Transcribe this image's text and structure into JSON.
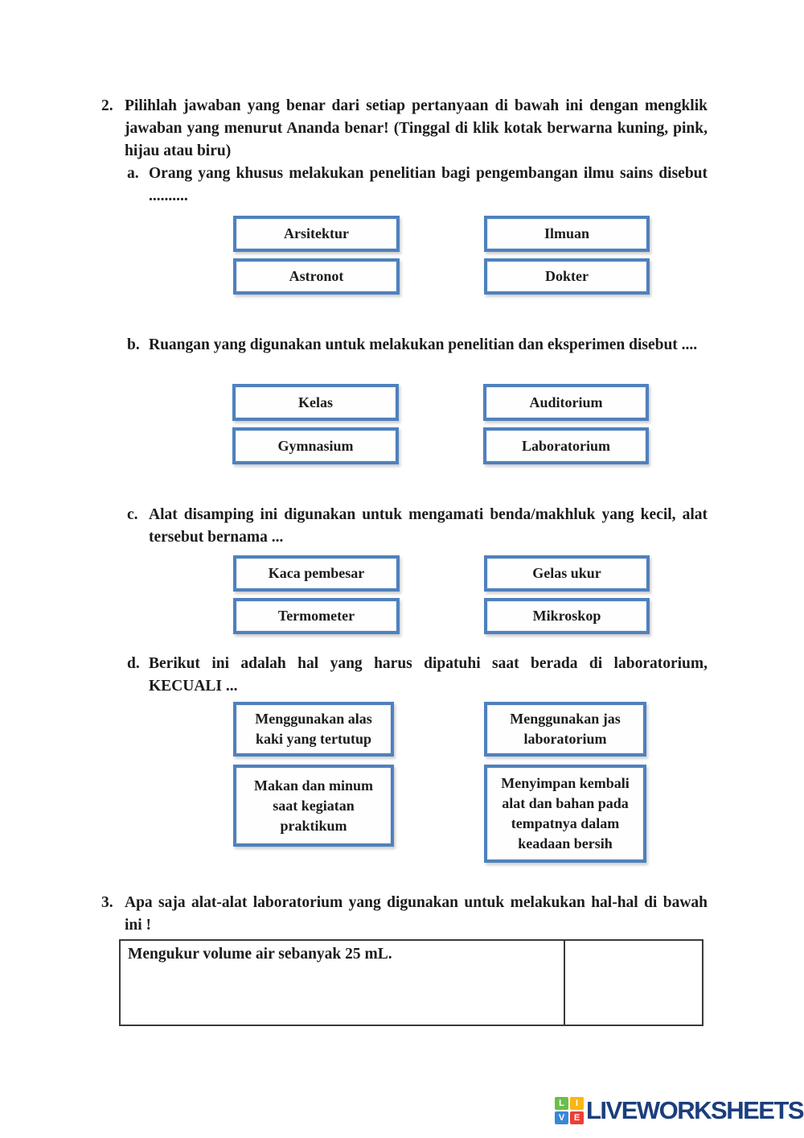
{
  "colors": {
    "box_border": "#4f81bd",
    "table_border": "#3a3a3a",
    "logo_navy": "#1c3e7e",
    "logo_green": "#6abf4b",
    "logo_yellow": "#fdb515",
    "logo_blue": "#3a87d6",
    "logo_red": "#ee3e36"
  },
  "question2": {
    "number": "2.",
    "text": "Pilihlah jawaban yang benar dari setiap pertanyaan di bawah ini dengan mengklik jawaban yang menurut Ananda benar! (Tinggal di klik kotak berwarna kuning, pink, hijau atau biru)",
    "parts": [
      {
        "letter": "a.",
        "text": "Orang yang khusus melakukan penelitian bagi pengembangan ilmu sains disebut ..........",
        "options": [
          "Arsitektur",
          "Ilmuan",
          "Astronot",
          "Dokter"
        ]
      },
      {
        "letter": "b.",
        "text": "Ruangan yang digunakan untuk melakukan penelitian dan eksperimen disebut ....",
        "options": [
          "Kelas",
          "Auditorium",
          "Gymnasium",
          "Laboratorium"
        ]
      },
      {
        "letter": "c.",
        "text": "Alat disamping ini digunakan untuk mengamati benda/makhluk yang kecil, alat tersebut bernama ...",
        "options": [
          "Kaca pembesar",
          "Gelas ukur",
          "Termometer",
          "Mikroskop"
        ]
      },
      {
        "letter": "d.",
        "text": "Berikut ini adalah hal yang harus dipatuhi saat berada di laboratorium, KECUALI ...",
        "options": [
          "Menggunakan alas kaki yang tertutup",
          "Menggunakan jas laboratorium",
          "Makan dan minum saat kegiatan praktikum",
          "Menyimpan kembali alat dan bahan pada tempatnya dalam keadaan bersih"
        ]
      }
    ]
  },
  "question3": {
    "number": "3.",
    "text": "Apa saja alat-alat laboratorium yang digunakan untuk melakukan hal-hal di bawah ini !",
    "table": {
      "rows": [
        {
          "prompt": "Mengukur volume air sebanyak 25 mL.",
          "answer": ""
        }
      ]
    }
  },
  "logo": {
    "text": "LIVEWORKSHEETS",
    "tiles": [
      {
        "letter": "L"
      },
      {
        "letter": "I"
      },
      {
        "letter": "V"
      },
      {
        "letter": "E"
      }
    ]
  }
}
